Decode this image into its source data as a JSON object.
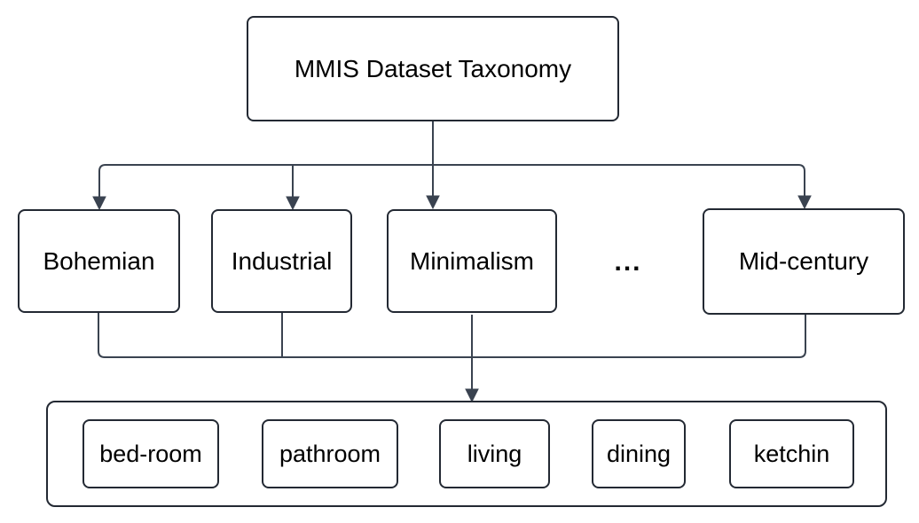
{
  "colors": {
    "line": "#3a4350",
    "border": "#232933",
    "text": "#000000",
    "background": "#ffffff"
  },
  "root": {
    "label": "MMIS Dataset Taxonomy"
  },
  "styles": [
    {
      "label": "Bohemian"
    },
    {
      "label": "Industrial"
    },
    {
      "label": "Minimalism"
    },
    {
      "label": "Mid-century"
    }
  ],
  "ellipsis": "...",
  "rooms": [
    {
      "label": "bed-room"
    },
    {
      "label": "pathroom"
    },
    {
      "label": "living"
    },
    {
      "label": "dining"
    },
    {
      "label": "ketchin"
    }
  ]
}
